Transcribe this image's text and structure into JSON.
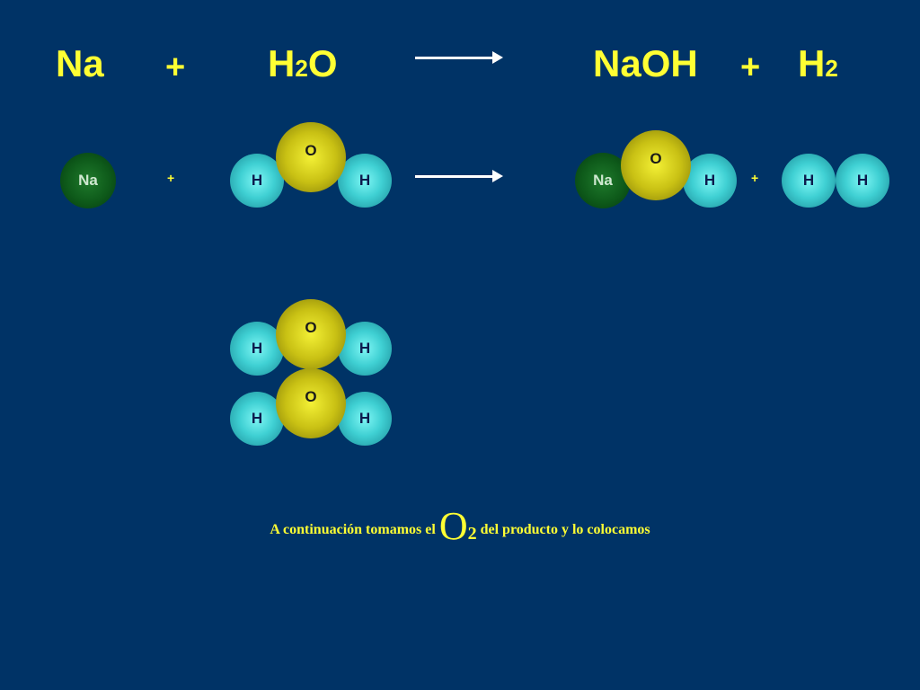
{
  "colors": {
    "background": "#003366",
    "text": "#ffff33",
    "arrow": "#ffffff"
  },
  "equation": {
    "na": "Na",
    "plus1": "+",
    "h2o_h": "H",
    "h2o_sub": "2",
    "h2o_o": "O",
    "naoh": "NaOH",
    "plus2": "+",
    "h2_h": "H",
    "h2_sub": "2"
  },
  "molecules": {
    "plus": "+",
    "atom_na": "Na",
    "atom_o": "O",
    "atom_h": "H"
  },
  "caption": {
    "before": "A continuación tomamos el",
    "o2_symbol": "O",
    "o2_sub": "2",
    "after": "del producto y lo colocamos"
  }
}
